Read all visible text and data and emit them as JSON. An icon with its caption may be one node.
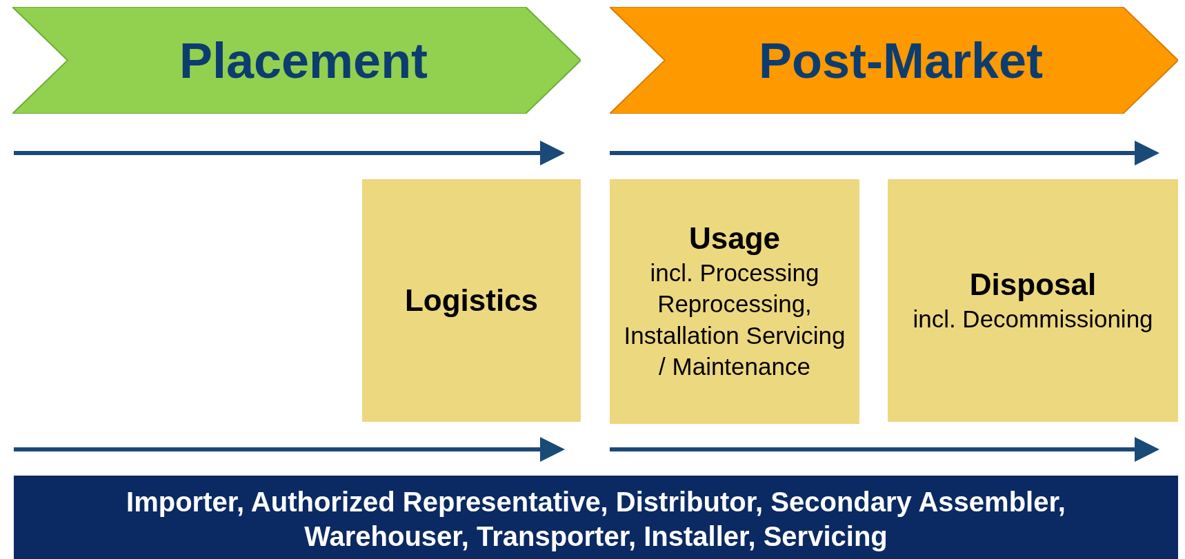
{
  "diagram": {
    "nodes": [
      {
        "text": [
          "Placement"
        ]
      },
      {
        "text": [
          "Post-Market"
        ]
      },
      {
        "text": [
          "Logistics"
        ]
      },
      {
        "text": [
          "Usage",
          "incl. Processing Reprocessing, Installation Servicing / Maintenance"
        ]
      },
      {
        "text": [
          "Disposal",
          "incl. Decommissioning"
        ]
      },
      {
        "text": [
          "Importer, Authorized Representative, Distributor, Secondary Assembler, Warehouser, Transporter, Installer, Servicing"
        ]
      }
    ]
  }
}
